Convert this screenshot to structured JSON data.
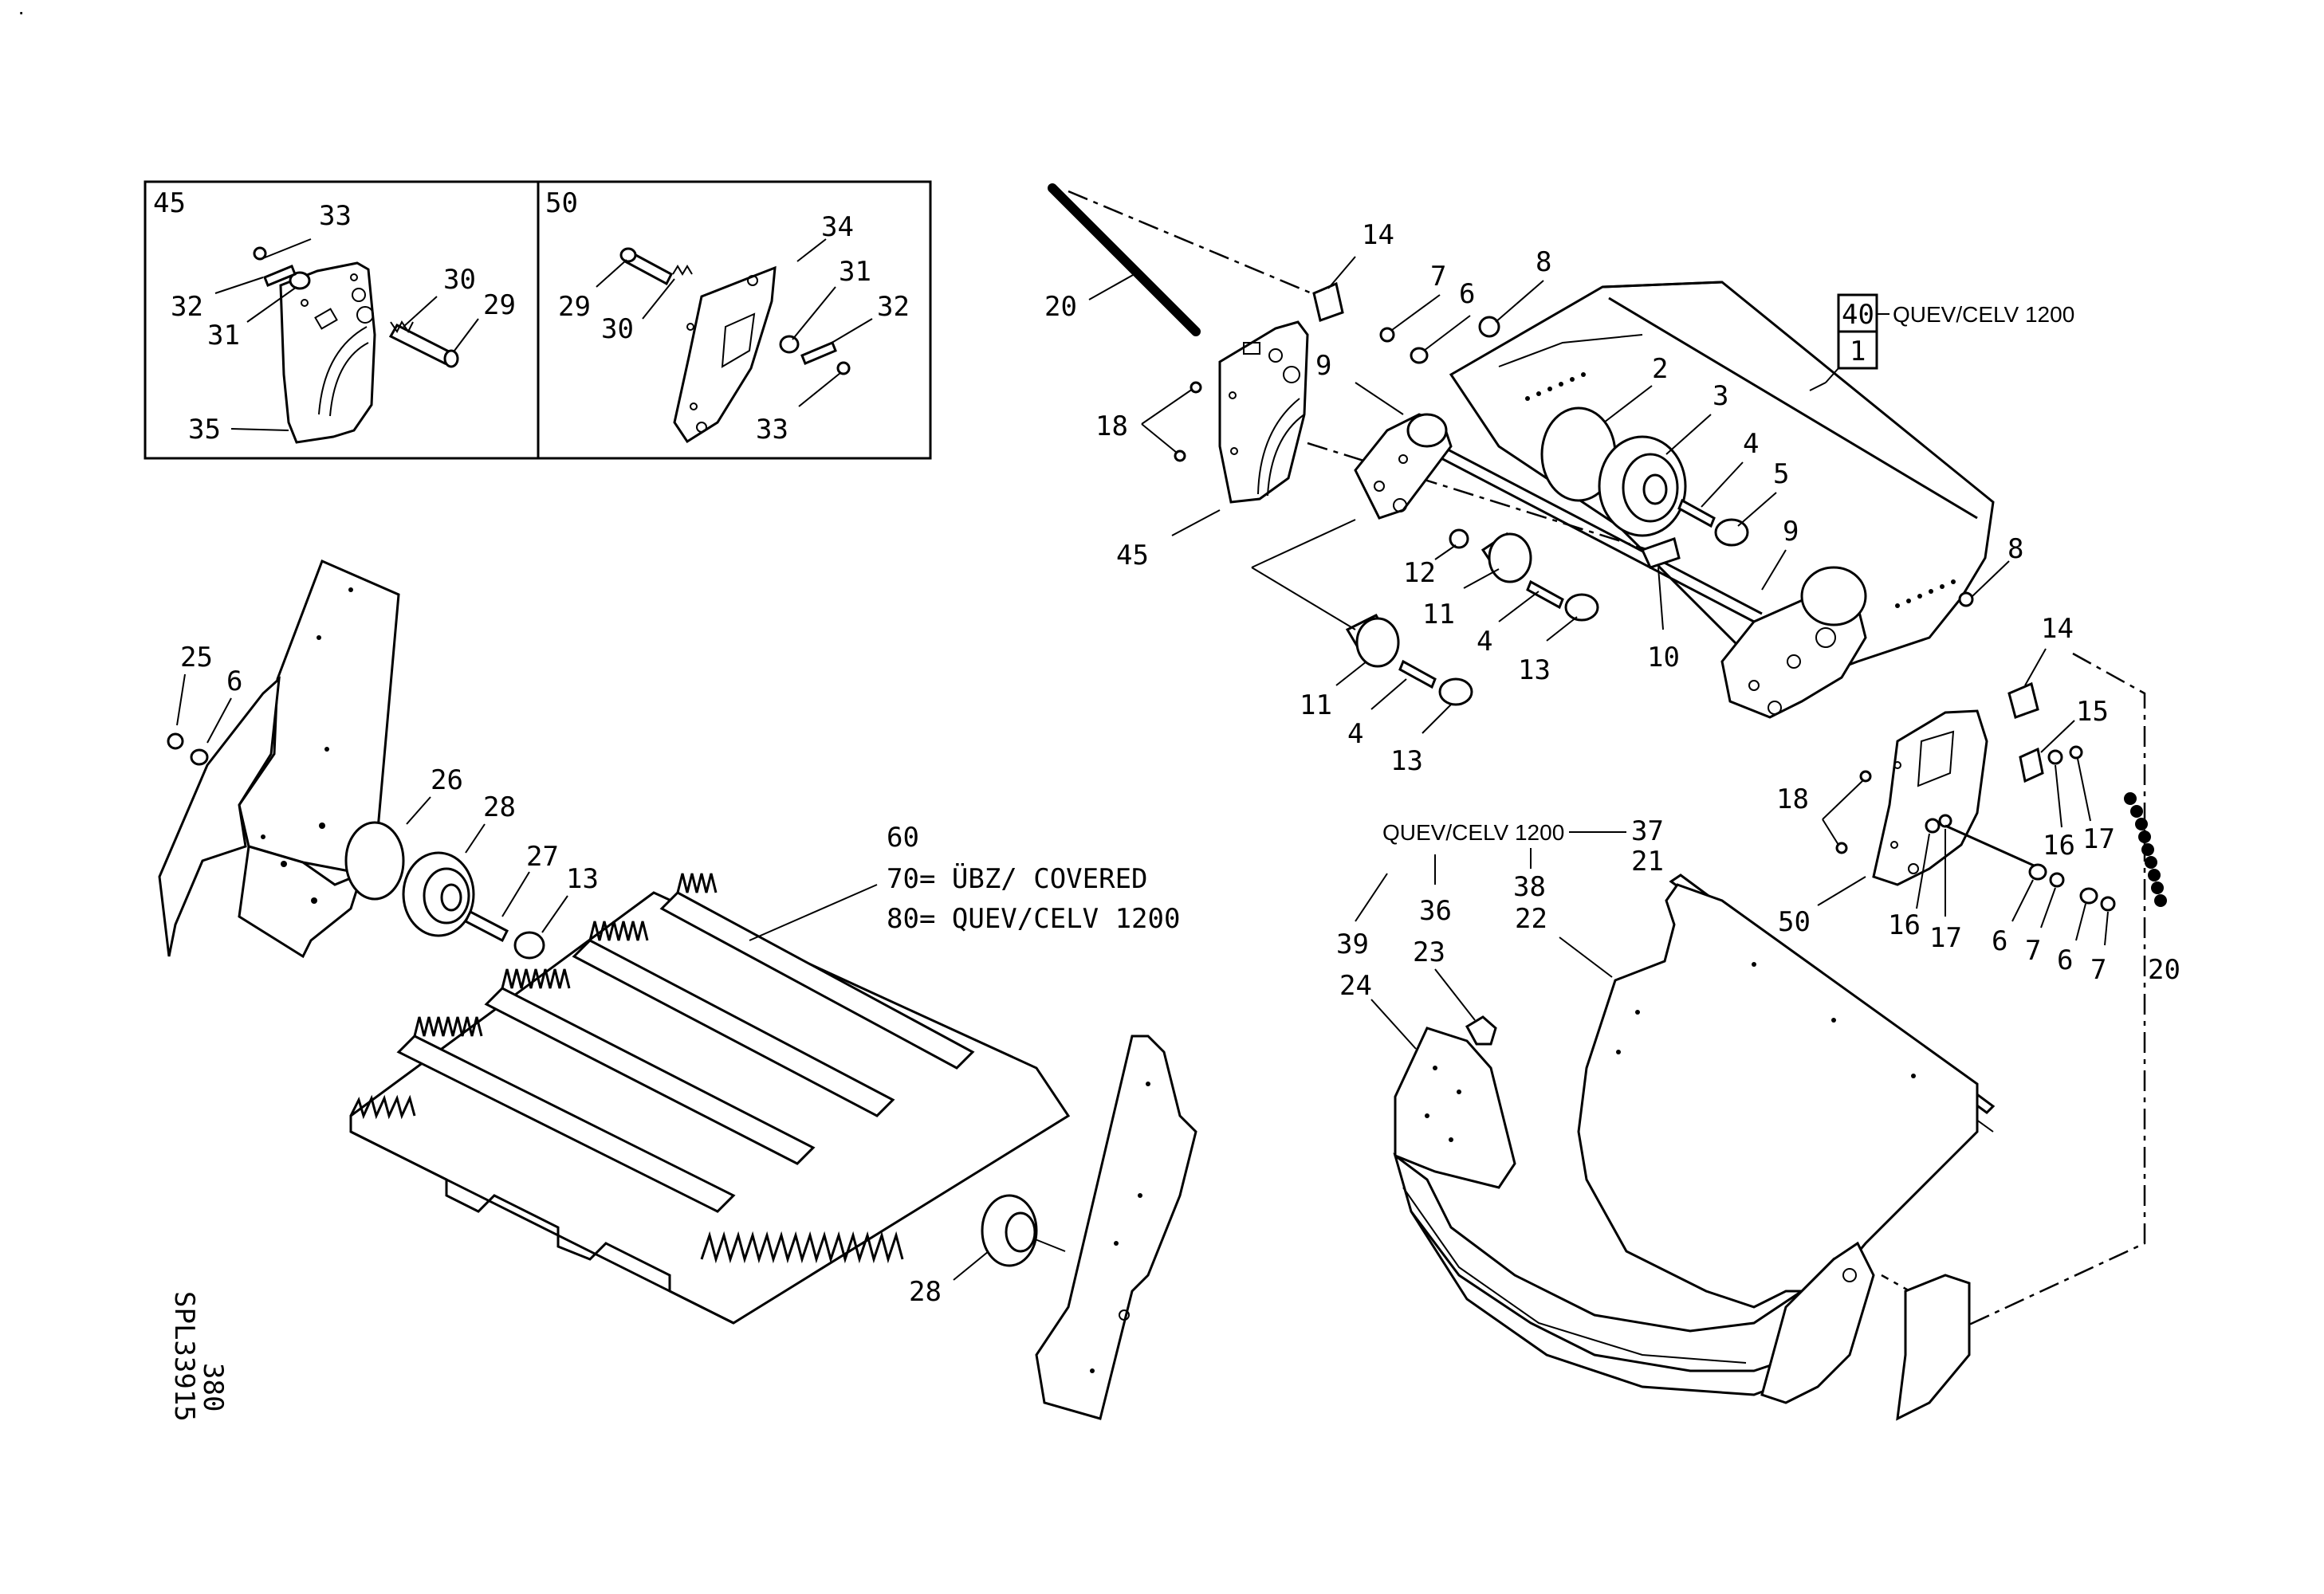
{
  "corner_mark": "·",
  "inset_left": {
    "number": "45",
    "callouts": [
      "33",
      "32",
      "31",
      "30",
      "29",
      "35"
    ]
  },
  "inset_right": {
    "number": "50",
    "callouts": [
      "34",
      "29",
      "30",
      "31",
      "32",
      "33"
    ]
  },
  "assembly_box": {
    "top": "40",
    "bottom": "1",
    "note": "QUEV/CELV 1200"
  },
  "notes": {
    "n60": "60",
    "n70": "70= ÜBZ/ COVERED",
    "n80": "80= QUEV/CELV 1200"
  },
  "quev_label": "QUEV/CELV 1200",
  "callouts_main": {
    "c20a": "20",
    "c14a": "14",
    "c7a": "7",
    "c6a": "6",
    "c8a": "8",
    "c9a": "9",
    "c2": "2",
    "c3": "3",
    "c4a": "4",
    "c5": "5",
    "c18a": "18",
    "c45": "45",
    "c12": "12",
    "c11a": "11",
    "c4b": "4",
    "c13a": "13",
    "c11b": "11",
    "c4c": "4",
    "c13b": "13",
    "c10": "10",
    "c9b": "9",
    "c8b": "8",
    "c14b": "14",
    "c15": "15",
    "c18b": "18",
    "c16a": "16",
    "c17a": "17",
    "c50": "50",
    "c16b": "16",
    "c17b": "17",
    "c6b": "6",
    "c7b": "7",
    "c6c": "6",
    "c7c": "7",
    "c20b": "20",
    "c37": "37",
    "c21": "21",
    "c38": "38",
    "c22": "22",
    "c36": "36",
    "c39": "39",
    "c23": "23",
    "c24": "24",
    "c25": "25",
    "c6d": "6",
    "c26": "26",
    "c28a": "28",
    "c27": "27",
    "c13c": "13",
    "c28b": "28"
  },
  "drawing_ref": {
    "code": "SPL33915",
    "page": "380"
  }
}
